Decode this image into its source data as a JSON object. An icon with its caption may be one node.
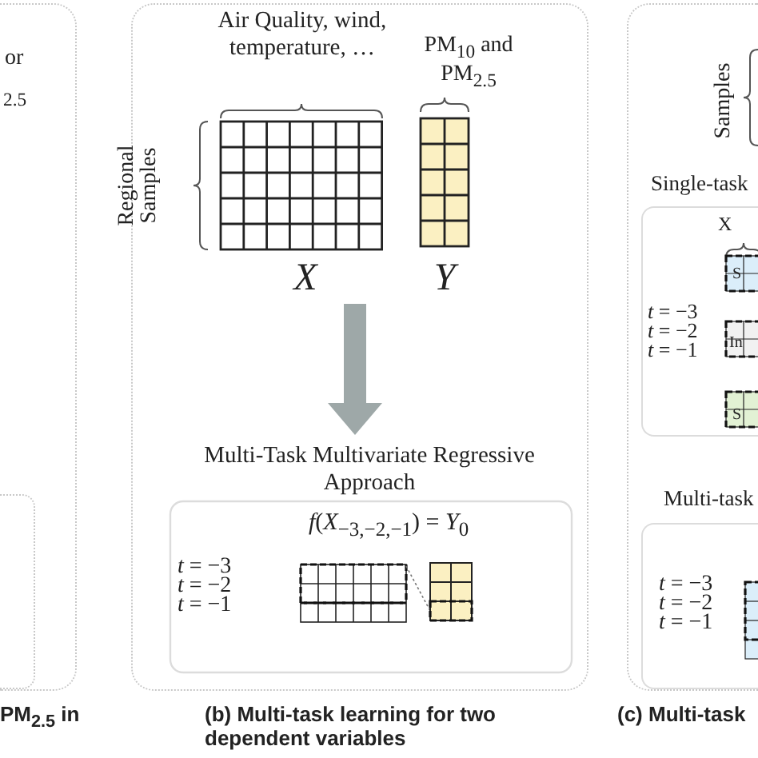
{
  "diagram": {
    "nodes": [
      {
        "text": [
          "or",
          "$_{2.5}$"
        ]
      },
      {
        "text": [],
        "shape": "box",
        "in": 0
      },
      {
        "text": [],
        "shape": "box"
      },
      {
        "text": [
          "Air Quality, wind, temperature, …",
          "Regional Samples",
          "X"
        ],
        "in": 2
      },
      {
        "text": [
          "PM$_{10}$ and PM$_{2.5}$",
          "Y"
        ],
        "in": 2
      },
      {
        "text": [
          "Multi-Task Multivariate Regressive Approach",
          "*f*(*X*$_{−3,−2,−1}$) = *Y*$_{0}$",
          "*t* = −3",
          "*t* = −2",
          "*t* = −1"
        ],
        "in": 2
      },
      {
        "text": [],
        "shape": "box"
      },
      {
        "text": [
          "Samples"
        ],
        "in": 6
      },
      {
        "text": [
          "Single-task",
          "X",
          "S",
          "In",
          "S",
          "*t* = −3",
          "*t* = −2",
          "*t* = −1"
        ],
        "in": 6
      },
      {
        "text": [
          "Multi-task",
          "*t* = −3",
          "*t* = −2",
          "*t* = −1"
        ],
        "in": 6
      }
    ],
    "edges": [
      {
        "from": 3,
        "to": 5,
        "arrow": "to",
        "color": "#9ea8a8"
      }
    ],
    "labels": [
      "PM$_{2.5}$ in",
      "(b) Multi-task learning for two dependent variables",
      "(c) Multi-task"
    ]
  }
}
